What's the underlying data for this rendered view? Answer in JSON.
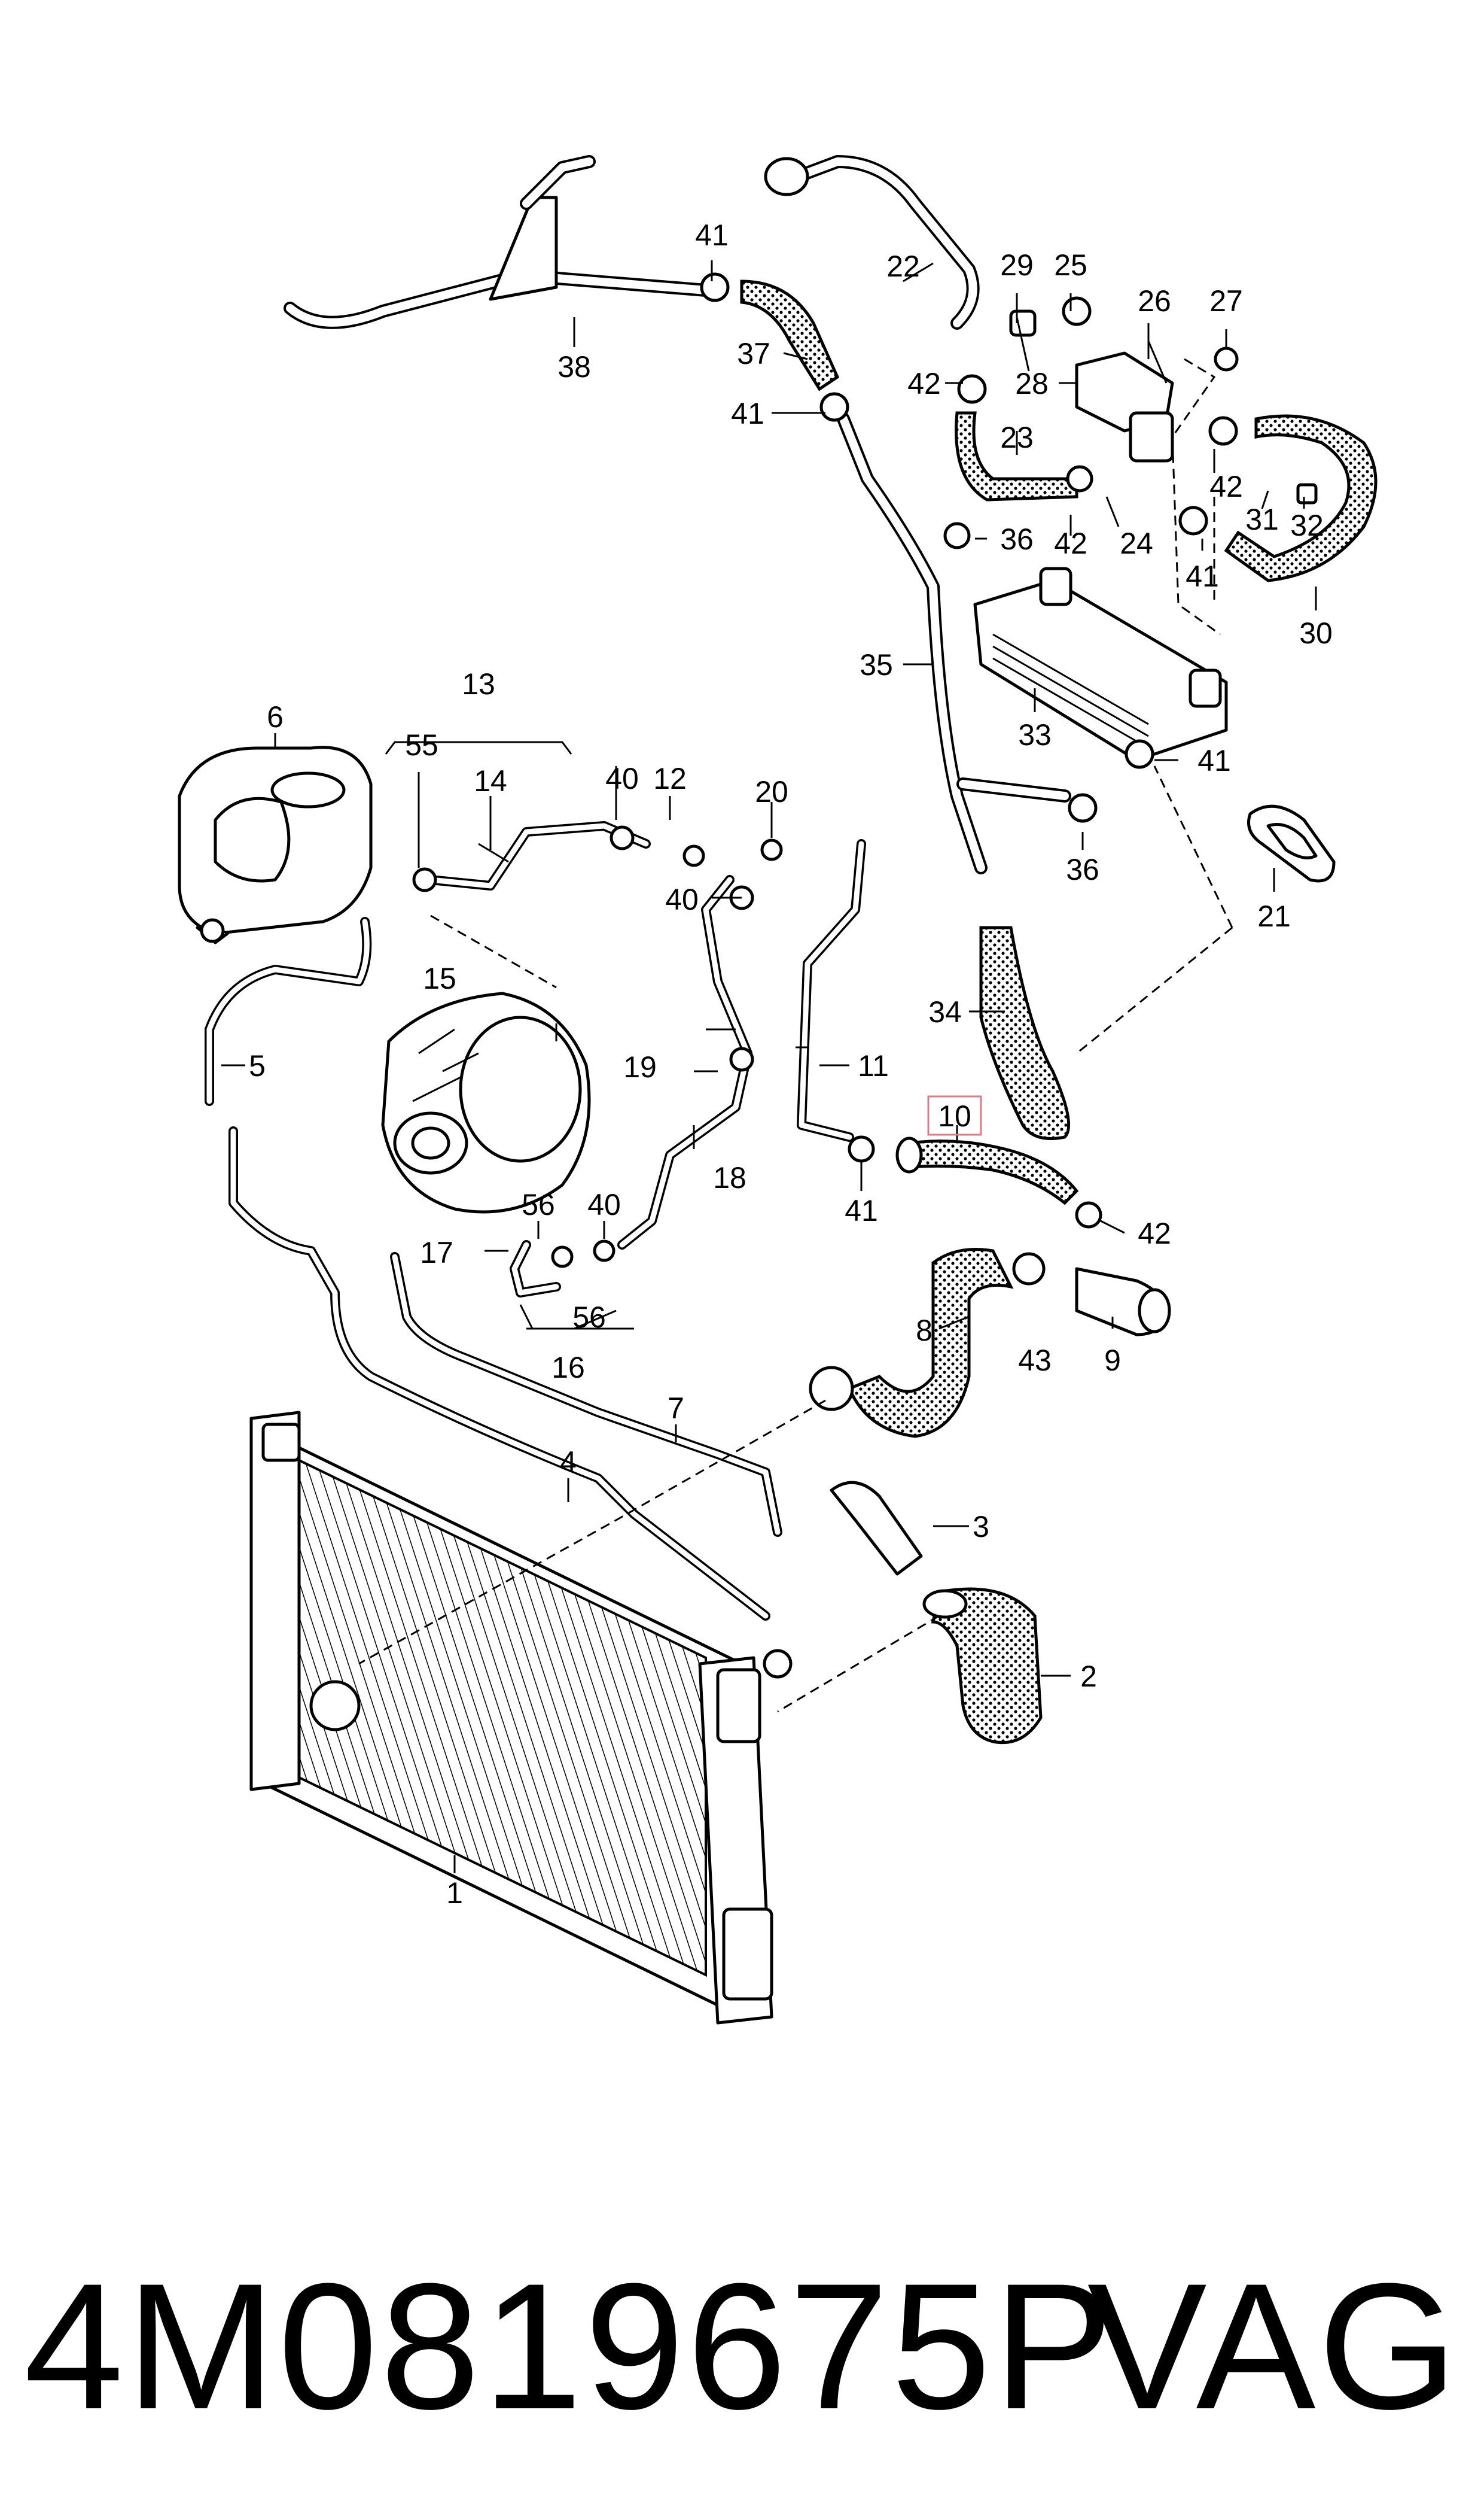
{
  "diagram": {
    "callouts": [
      "1",
      "2",
      "3",
      "4",
      "5",
      "6",
      "7",
      "8",
      "9",
      "10",
      "11",
      "12",
      "13",
      "14",
      "15",
      "16",
      "17",
      "18",
      "19",
      "20",
      "21",
      "22",
      "23",
      "24",
      "25",
      "26",
      "27",
      "28",
      "29",
      "30",
      "31",
      "32",
      "33",
      "34",
      "35",
      "36",
      "37",
      "38",
      "40",
      "41",
      "42",
      "43",
      "55",
      "56"
    ],
    "highlighted_callout": "10",
    "highlight_color": "#e07a8a"
  },
  "footer": {
    "part_number": "4M0819675P",
    "brand": "VAG"
  }
}
